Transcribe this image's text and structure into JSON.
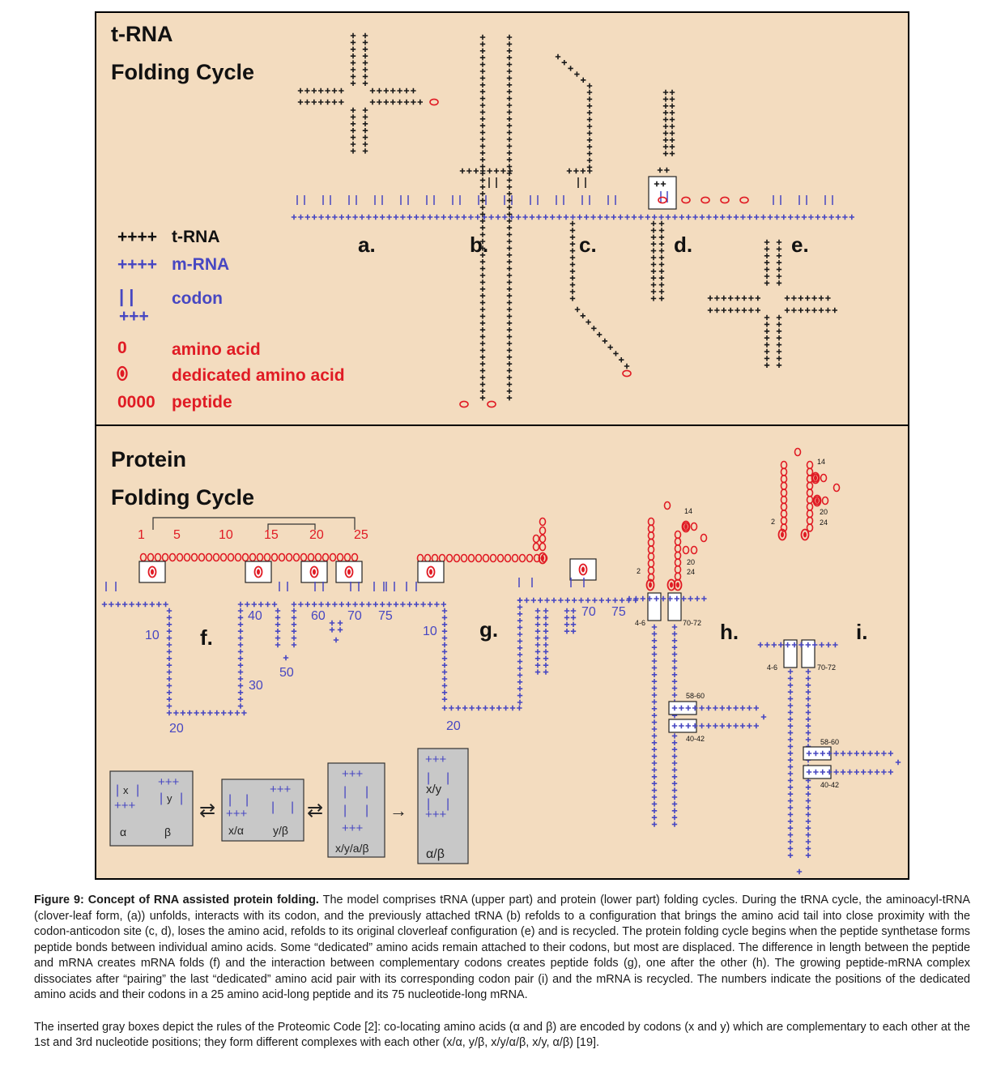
{
  "colors": {
    "panel_bg": "#f3dcbf",
    "trna": "#1a1a1a",
    "mrna": "#4747c2",
    "amino": "#e01b24",
    "box_bg": "#c8c8c8"
  },
  "top": {
    "title_line1": "t-RNA",
    "title_line2": "Folding Cycle",
    "stage_labels": [
      "a.",
      "b.",
      "c.",
      "d.",
      "e."
    ]
  },
  "legend": {
    "trna_symbol": "++++",
    "trna_label": "t-RNA",
    "mrna_symbol": "++++",
    "mrna_label": "m-RNA",
    "codon_symbol_top": "| |",
    "codon_symbol_bottom": "+++",
    "codon_label": "codon",
    "amino_symbol": "0",
    "amino_label": "amino acid",
    "dedicated_label": "dedicated amino acid",
    "peptide_symbol": "0000",
    "peptide_label": "peptide"
  },
  "bottom": {
    "title_line1": "Protein",
    "title_line2": "Folding Cycle",
    "stage_labels": [
      "f.",
      "g.",
      "h.",
      "i."
    ],
    "peptide_positions": [
      "1",
      "5",
      "10",
      "15",
      "20",
      "25"
    ],
    "f_numbers": [
      "10",
      "20",
      "30",
      "40",
      "50",
      "60",
      "70",
      "75"
    ],
    "g_numbers": [
      "10",
      "20",
      "70",
      "75"
    ],
    "h_labels": [
      "2",
      "14",
      "20",
      "24",
      "4-6",
      "70-72",
      "58-60",
      "40-42"
    ],
    "i_labels": [
      "2",
      "14",
      "20",
      "24",
      "4-6",
      "70-72",
      "58-60",
      "40-42"
    ]
  },
  "rule_boxes": {
    "box1_x": "x",
    "box1_y": "y",
    "box1_alpha": "α",
    "box1_beta": "β",
    "arrow1": "⇄",
    "box2_a": "x/α",
    "box2_b": "y/β",
    "arrow2": "⇄",
    "box3": "x/y/a/β",
    "arrow3": "→",
    "box4_a": "x/y",
    "box4_b": "α/β"
  },
  "caption": {
    "heading": "Figure 9: Concept of RNA assisted protein folding.",
    "body": " The model comprises tRNA (upper part) and protein (lower part) folding cycles. During the tRNA cycle, the aminoacyl-tRNA (clover-leaf form, (a)) unfolds, interacts with its codon, and the previously attached tRNA (b) refolds to a configuration that brings the amino acid tail into close proximity with the codon-anticodon site (c, d), loses the amino acid, refolds to its original cloverleaf configuration (e) and is recycled. The protein folding cycle begins when the peptide synthetase forms peptide bonds between individual amino acids. Some “dedicated” amino acids remain attached to their codons, but most are displaced. The difference in length between the peptide and mRNA creates mRNA folds (f) and the interaction between complementary codons creates peptide folds (g), one after the other (h). The growing peptide-mRNA complex dissociates after “pairing” the last “dedicated” amino acid pair with its corresponding codon pair (i) and the mRNA is recycled. The numbers indicate the positions of the dedicated amino acids and their codons in a 25 amino acid-long peptide and its 75 nucleotide-long mRNA.",
    "paragraph2": "The inserted gray boxes depict the rules of the Proteomic Code [2]: co-locating amino acids (α and β) are encoded by codons (x and y) which are complementary to each other at the 1st and 3rd nucleotide positions; they form different complexes with each other (x/α, y/β, x/y/α/β, x/y, α/β) [19]."
  }
}
